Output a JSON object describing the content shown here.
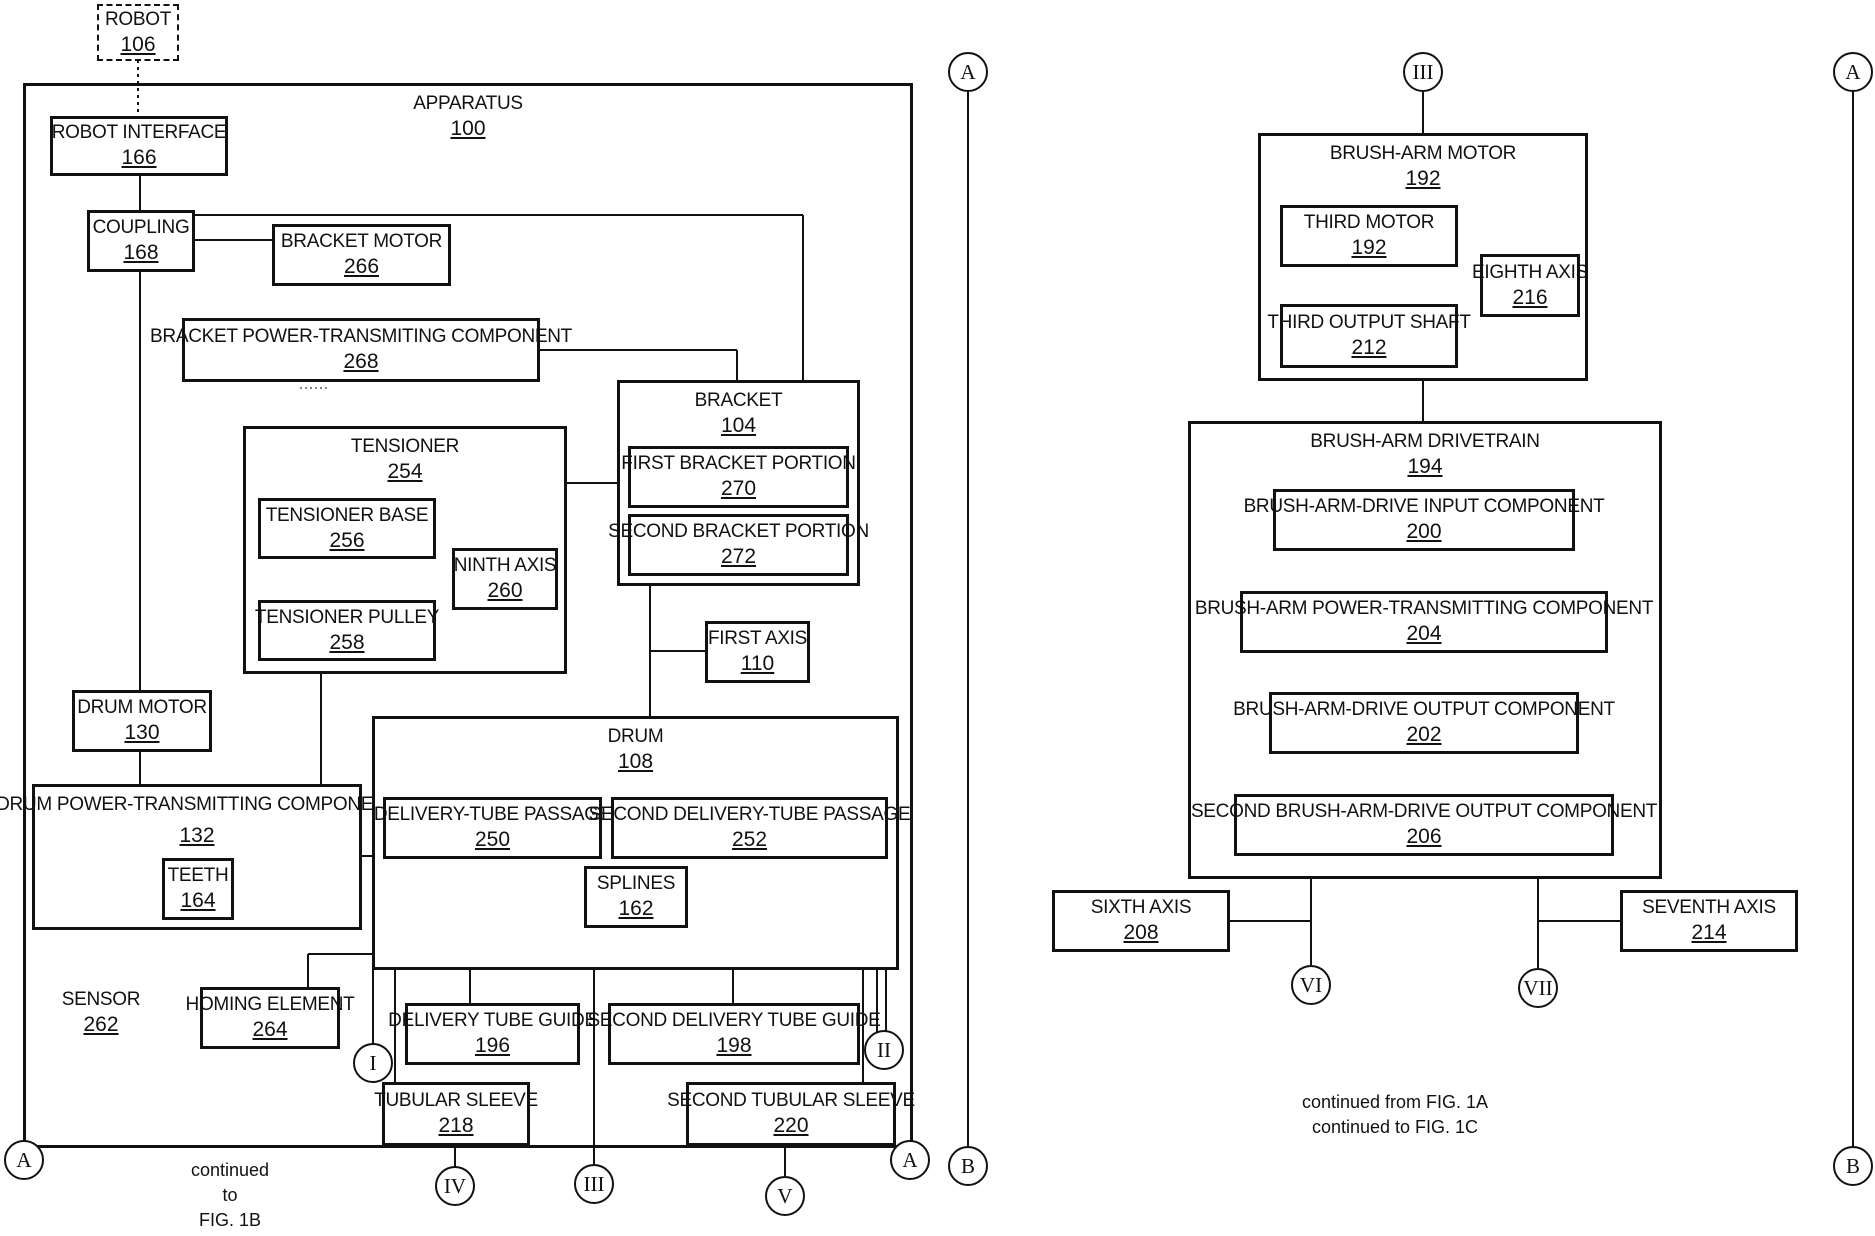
{
  "apparatus": {
    "label": "APPARATUS",
    "num": "100"
  },
  "robot": {
    "label": "ROBOT",
    "num": "106"
  },
  "robot_interface": {
    "label": "ROBOT INTERFACE",
    "num": "166"
  },
  "coupling": {
    "label": "COUPLING",
    "num": "168"
  },
  "bracket_motor": {
    "label": "BRACKET MOTOR",
    "num": "266"
  },
  "bracket_ptc": {
    "label": "BRACKET POWER-TRANSMITING COMPONENT",
    "num": "268"
  },
  "bracket": {
    "label": "BRACKET",
    "num": "104"
  },
  "first_bracket_portion": {
    "label": "FIRST BRACKET PORTION",
    "num": "270"
  },
  "second_bracket_portion": {
    "label": "SECOND BRACKET PORTION",
    "num": "272"
  },
  "tensioner": {
    "label": "TENSIONER",
    "num": "254"
  },
  "tensioner_base": {
    "label": "TENSIONER BASE",
    "num": "256"
  },
  "tensioner_pulley": {
    "label": "TENSIONER PULLEY",
    "num": "258"
  },
  "ninth_axis": {
    "label": "NINTH AXIS",
    "num": "260"
  },
  "first_axis": {
    "label": "FIRST AXIS",
    "num": "110"
  },
  "drum_motor": {
    "label": "DRUM MOTOR",
    "num": "130"
  },
  "drum_ptc": {
    "label": "DRUM POWER-TRANSMITTING COMPONENT",
    "num": "132"
  },
  "teeth": {
    "label": "TEETH",
    "num": "164"
  },
  "drum": {
    "label": "DRUM",
    "num": "108"
  },
  "delivery_tube_passage": {
    "label": "DELIVERY-TUBE PASSAGE",
    "num": "250"
  },
  "second_delivery_tube_passage": {
    "label": "SECOND DELIVERY-TUBE PASSAGE",
    "num": "252"
  },
  "splines": {
    "label": "SPLINES",
    "num": "162"
  },
  "sensor": {
    "label": "SENSOR",
    "num": "262"
  },
  "homing_element": {
    "label": "HOMING ELEMENT",
    "num": "264"
  },
  "delivery_tube_guide": {
    "label": "DELIVERY TUBE GUIDE",
    "num": "196"
  },
  "second_delivery_tube_guide": {
    "label": "SECOND DELIVERY TUBE GUIDE",
    "num": "198"
  },
  "tubular_sleeve": {
    "label": "TUBULAR SLEEVE",
    "num": "218"
  },
  "second_tubular_sleeve": {
    "label": "SECOND TUBULAR SLEEVE",
    "num": "220"
  },
  "brush_arm_motor": {
    "label": "BRUSH-ARM MOTOR",
    "num": "192"
  },
  "third_motor": {
    "label": "THIRD MOTOR",
    "num": "192"
  },
  "third_output_shaft": {
    "label": "THIRD OUTPUT SHAFT",
    "num": "212"
  },
  "eighth_axis": {
    "label": "EIGHTH AXIS",
    "num": "216"
  },
  "brush_arm_drivetrain": {
    "label": "BRUSH-ARM DRIVETRAIN",
    "num": "194"
  },
  "ba_drive_input": {
    "label": "BRUSH-ARM-DRIVE INPUT COMPONENT",
    "num": "200"
  },
  "ba_ptc": {
    "label": "BRUSH-ARM POWER-TRANSMITTING COMPONENT",
    "num": "204"
  },
  "ba_drive_output": {
    "label": "BRUSH-ARM-DRIVE OUTPUT COMPONENT",
    "num": "202"
  },
  "second_ba_drive_output": {
    "label": "SECOND BRUSH-ARM-DRIVE OUTPUT COMPONENT",
    "num": "206"
  },
  "sixth_axis": {
    "label": "SIXTH AXIS",
    "num": "208"
  },
  "seventh_axis": {
    "label": "SEVENTH AXIS",
    "num": "214"
  },
  "connectors": {
    "A": "A",
    "B": "B",
    "I": "I",
    "II": "II",
    "III": "III",
    "IV": "IV",
    "V": "V",
    "VI": "VI",
    "VII": "VII"
  },
  "notes": {
    "continued_1b_line1": "continued",
    "continued_1b_line2": "to",
    "continued_1b_line3": "FIG. 1B",
    "continued_from": "continued from FIG. 1A",
    "continued_to": "continued to FIG. 1C"
  }
}
